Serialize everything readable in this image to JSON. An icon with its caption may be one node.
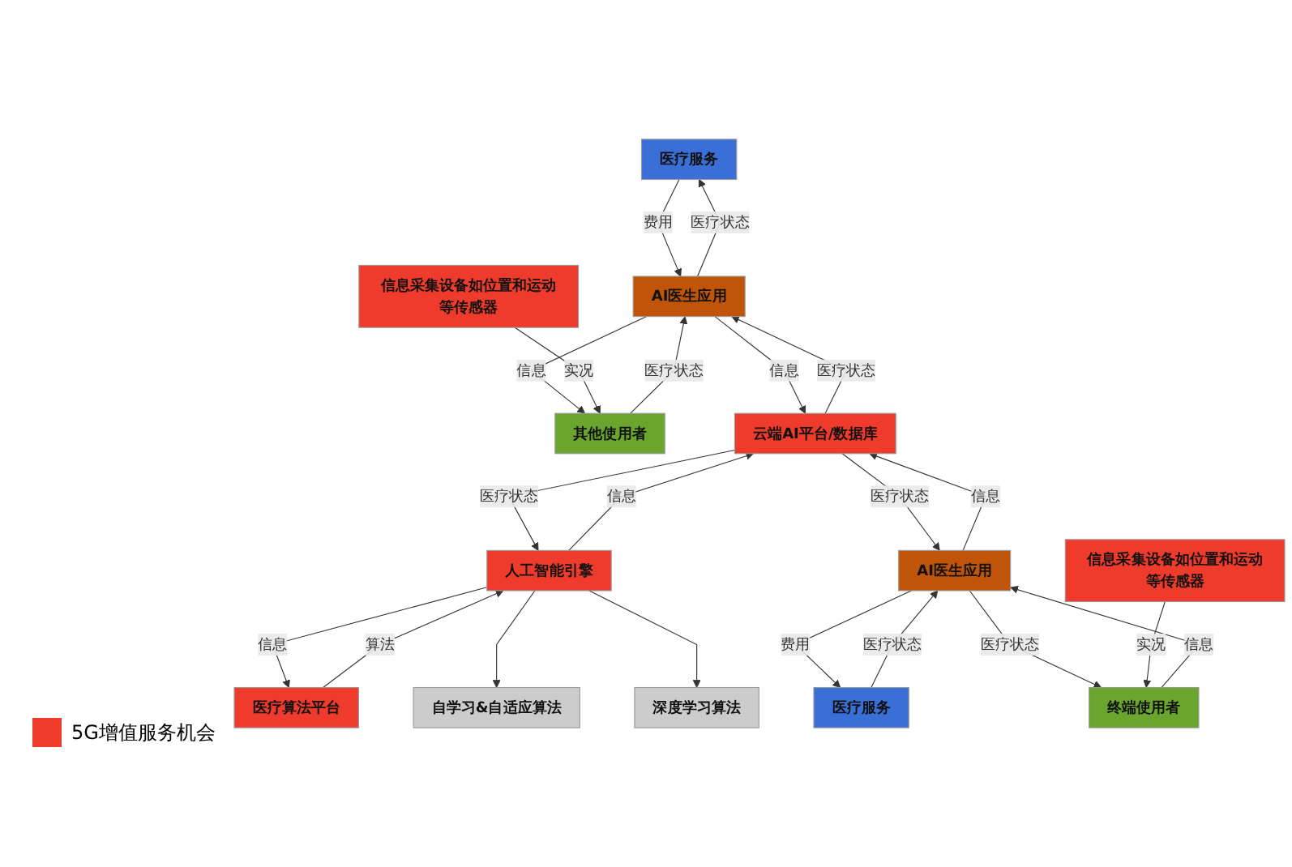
{
  "diagram": {
    "nodes": [
      {
        "text": [
          "医疗服务"
        ]
      },
      {
        "text": [
          "AI医生应用"
        ]
      },
      {
        "text": [
          "其他使用者"
        ]
      },
      {
        "text": [
          "信息采集设备如位置和运动等传感器"
        ]
      },
      {
        "text": [
          "医疗算法平台"
        ]
      },
      {
        "text": [
          "自学习&自适应算法"
        ]
      },
      {
        "text": [
          "人工智能引擎"
        ]
      },
      {
        "text": [
          "云端AI平台/数据库"
        ]
      },
      {
        "text": [
          "深度学习算法"
        ]
      },
      {
        "text": [
          "医疗服务"
        ]
      },
      {
        "text": [
          "AI医生应用"
        ]
      },
      {
        "text": [
          "终端使用者"
        ]
      },
      {
        "text": [
          "信息采集设备如位置和运动等传感器"
        ]
      }
    ],
    "edges": [
      {
        "from": 0,
        "to": 1,
        "arrow": "to",
        "label": "费用"
      },
      {
        "from": 1,
        "to": 0,
        "arrow": "to",
        "label": "医疗状态"
      },
      {
        "from": 1,
        "to": 2,
        "arrow": "to",
        "label": "信息"
      },
      {
        "from": 2,
        "to": 1,
        "arrow": "to",
        "label": "医疗状态"
      },
      {
        "from": 3,
        "to": 2,
        "arrow": "to",
        "label": "实况"
      },
      {
        "from": 4,
        "to": 6,
        "arrow": "to",
        "label": "算法"
      },
      {
        "from": 6,
        "to": 4,
        "arrow": "to",
        "label": "信息"
      },
      {
        "from": 1,
        "to": 7,
        "arrow": "to",
        "label": "信息"
      },
      {
        "from": 7,
        "to": 1,
        "arrow": "to",
        "label": "医疗状态"
      },
      {
        "from": 6,
        "to": 5,
        "arrow": "to"
      },
      {
        "from": 6,
        "to": 8,
        "arrow": "to"
      },
      {
        "from": 6,
        "to": 7,
        "arrow": "to",
        "label": "信息"
      },
      {
        "from": 7,
        "to": 6,
        "arrow": "to",
        "label": "医疗状态"
      },
      {
        "from": 7,
        "to": 10,
        "arrow": "to",
        "label": "医疗状态"
      },
      {
        "from": 10,
        "to": 7,
        "arrow": "to",
        "label": "信息"
      },
      {
        "from": 9,
        "to": 10,
        "arrow": "to",
        "label": "医疗状态"
      },
      {
        "from": 10,
        "to": 9,
        "arrow": "to",
        "label": "费用"
      },
      {
        "from": 10,
        "to": 11,
        "arrow": "to",
        "label": "医疗状态"
      },
      {
        "from": 11,
        "to": 10,
        "arrow": "to",
        "label": "信息"
      },
      {
        "from": 12,
        "to": 11,
        "arrow": "to",
        "label": "实况"
      }
    ],
    "legend": [
      {
        "text": "5G增值服务机会",
        "color": "#ee3b2b"
      }
    ]
  }
}
